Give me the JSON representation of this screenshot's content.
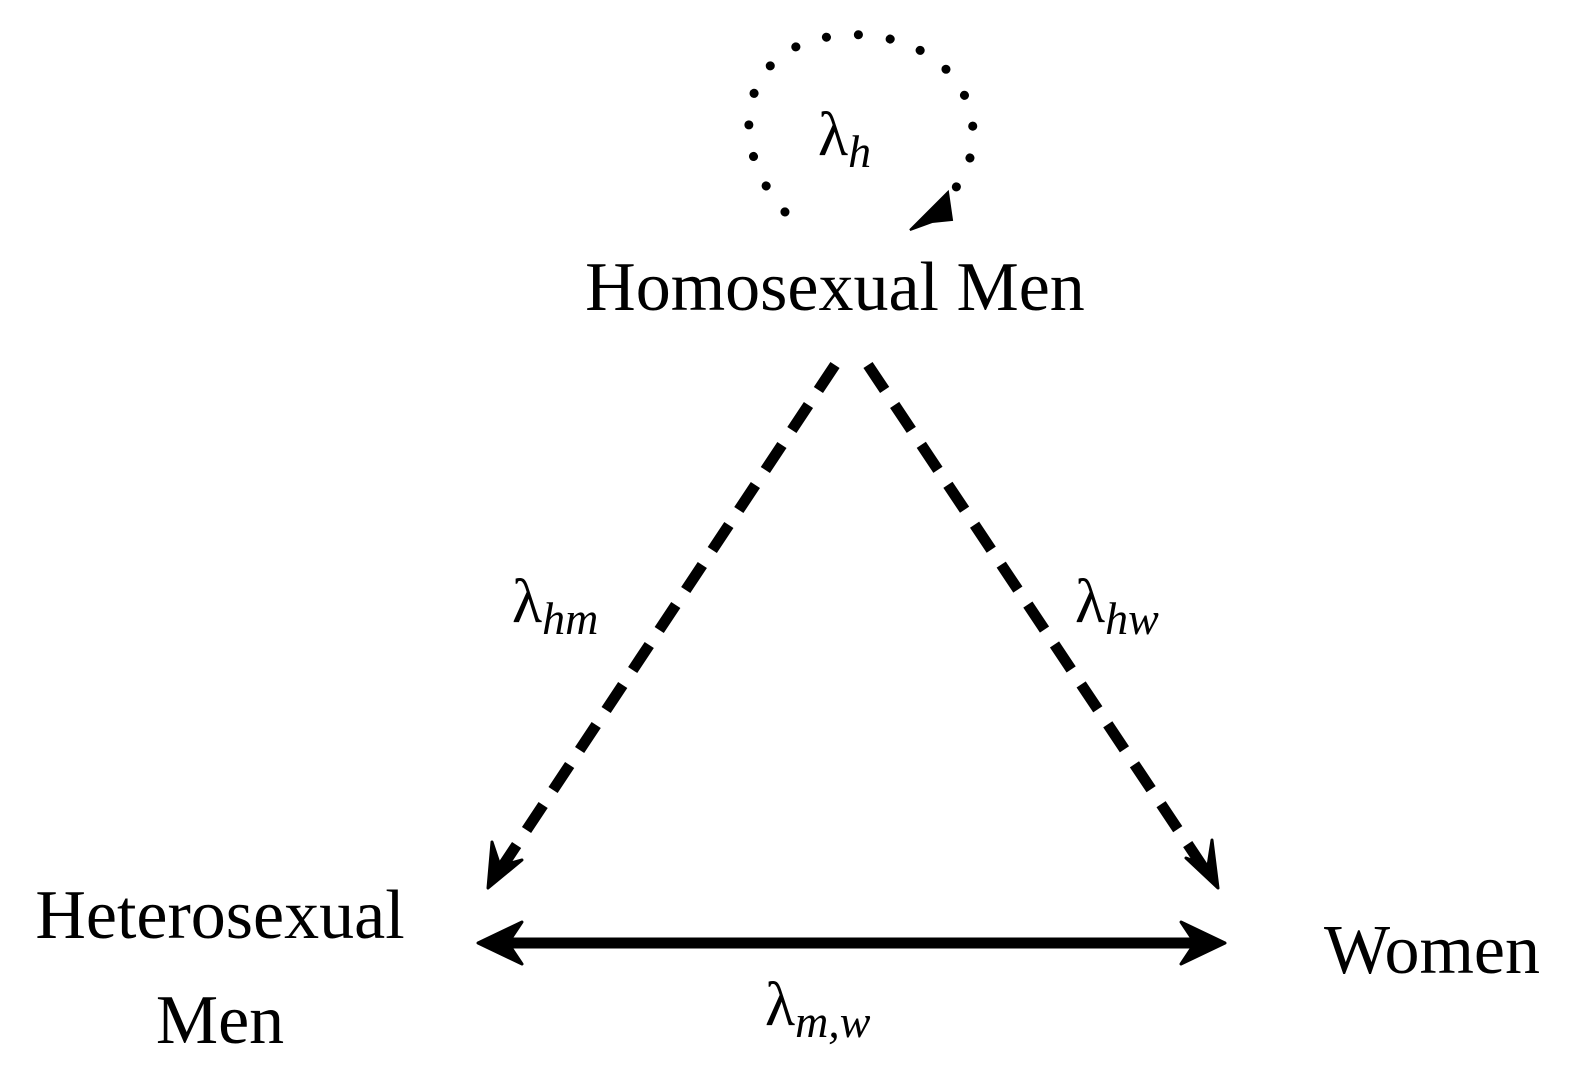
{
  "nodes": {
    "homosexual_men": "Homosexual Men",
    "heterosexual_men_line1": "Heterosexual",
    "heterosexual_men_line2": "Men",
    "women": "Women"
  },
  "edges": {
    "self_loop": {
      "symbol": "λ",
      "subscript": "h",
      "style": "dotted"
    },
    "homo_to_hetero": {
      "symbol": "λ",
      "subscript": "hm",
      "style": "dashed"
    },
    "homo_to_women": {
      "symbol": "λ",
      "subscript": "hw",
      "style": "dashed"
    },
    "hetero_women": {
      "symbol": "λ",
      "subscript": "m,w",
      "style": "solid"
    }
  }
}
